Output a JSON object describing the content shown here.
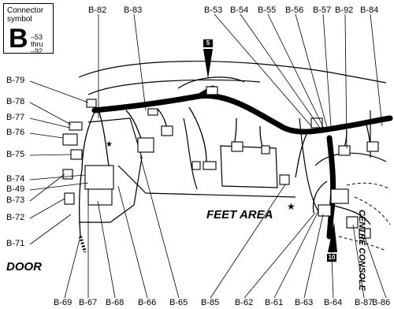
{
  "legend": {
    "title_line1": "Connector",
    "title_line2": "symbol",
    "letter": "B",
    "range_from": "–53",
    "range_mid": "thru",
    "range_to": "–92"
  },
  "labels": {
    "b82": "B-82",
    "b83": "B-83",
    "b53": "B-53",
    "b54": "B-54",
    "b55": "B-55",
    "b56": "B-56",
    "b57": "B-57",
    "b92": "B-92",
    "b84": "B-84",
    "b79": "B-79",
    "b78": "B-78",
    "b77": "B-77",
    "b76": "B-76",
    "b75": "B-75",
    "b74": "B-74",
    "b49": "B-49",
    "b73": "B-73",
    "b72": "B-72",
    "b71": "B-71",
    "b69": "B-69",
    "b67": "B-67",
    "b68": "B-68",
    "b66": "B-66",
    "b65": "B-65",
    "b85": "B-85",
    "b62": "B-62",
    "b61": "B-61",
    "b63": "B-63",
    "b64": "B-64",
    "b87": "B-87",
    "b86": "B-86"
  },
  "areas": {
    "feet": "FEET AREA",
    "door": "DOOR",
    "console": "CENTRE CONSOLE"
  },
  "badges": {
    "top": "5",
    "bottom": "10"
  },
  "star": "★"
}
